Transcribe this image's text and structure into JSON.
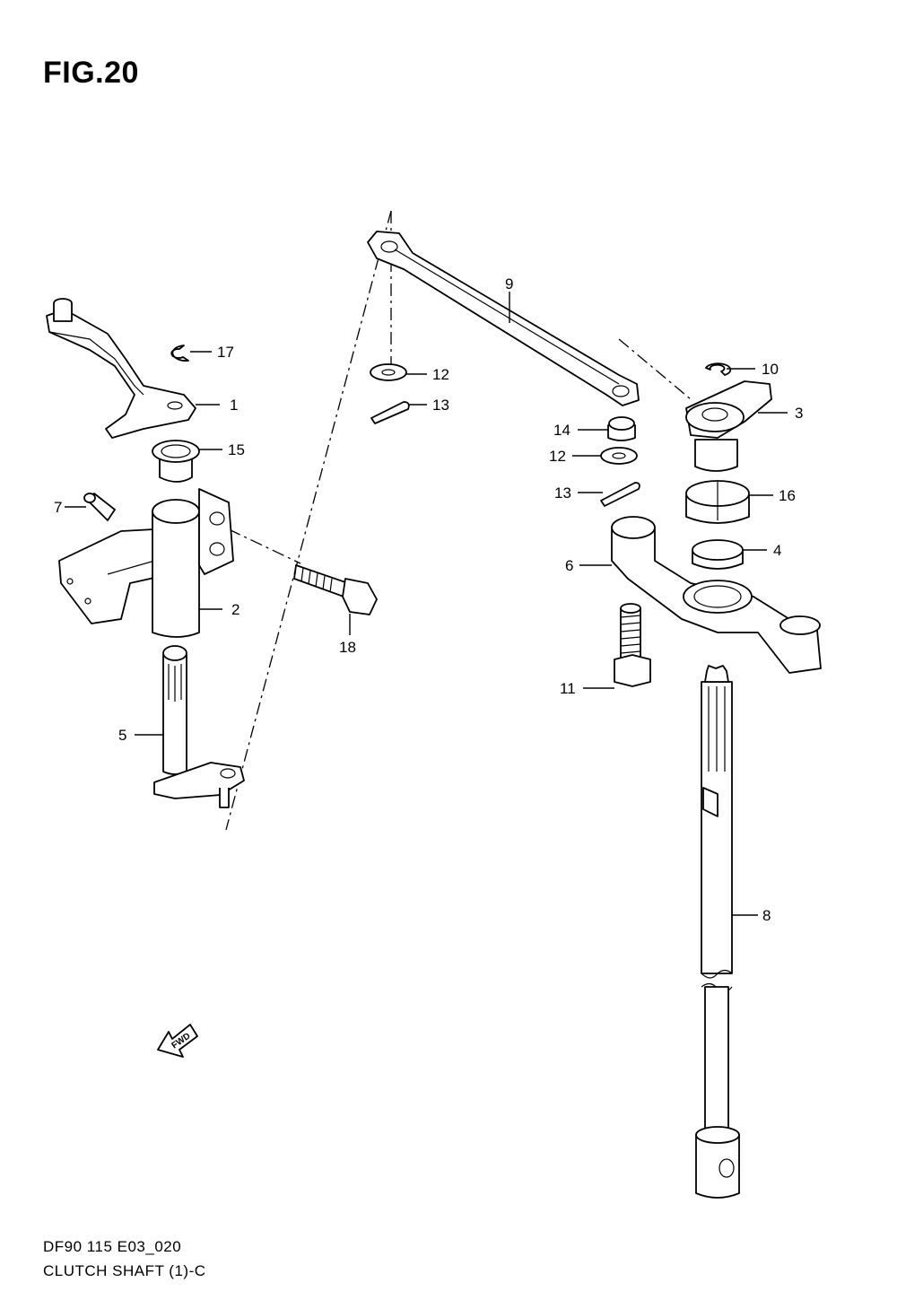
{
  "figure": {
    "title": "FIG.20",
    "model_code": "DF90 115 E03_020",
    "section_name": "CLUTCH SHAFT (1)-C",
    "fwd_label": "FWD"
  },
  "callouts": [
    {
      "number": "1"
    },
    {
      "number": "2"
    },
    {
      "number": "3"
    },
    {
      "number": "4"
    },
    {
      "number": "5"
    },
    {
      "number": "6"
    },
    {
      "number": "7"
    },
    {
      "number": "8"
    },
    {
      "number": "9"
    },
    {
      "number": "10"
    },
    {
      "number": "11"
    },
    {
      "number": "12"
    },
    {
      "number": "12"
    },
    {
      "number": "13"
    },
    {
      "number": "13"
    },
    {
      "number": "14"
    },
    {
      "number": "15"
    },
    {
      "number": "16"
    },
    {
      "number": "17"
    },
    {
      "number": "18"
    }
  ]
}
